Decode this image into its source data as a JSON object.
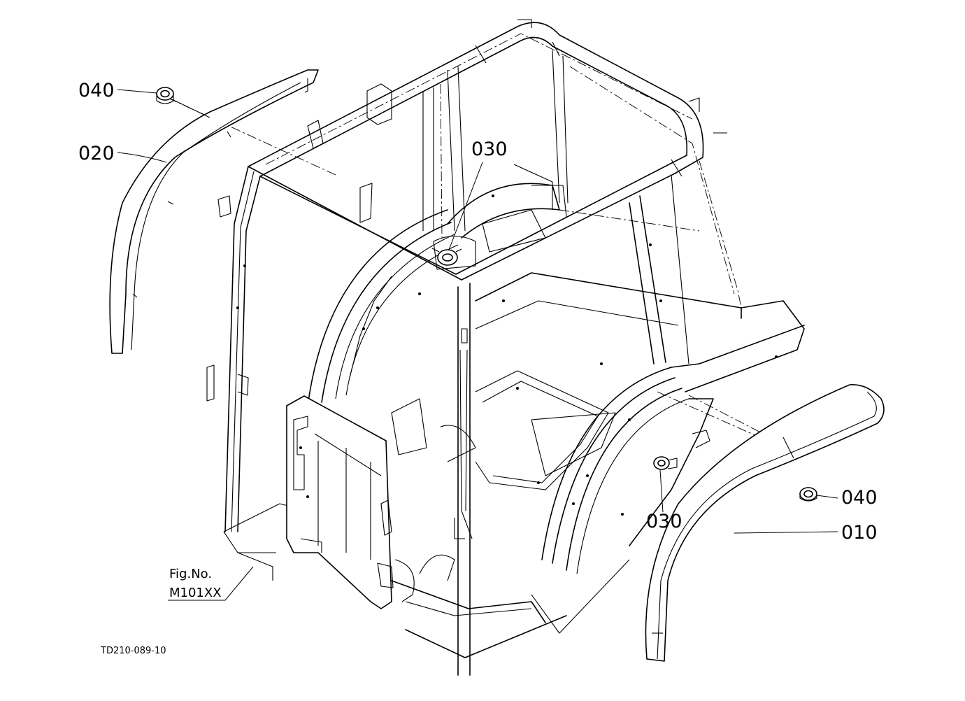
{
  "callouts": {
    "p040_left": "040",
    "p020": "020",
    "p030_top": "030",
    "p040_right": "040",
    "p030_right": "030",
    "p010": "010"
  },
  "figure_ref": {
    "label": "Fig.No.",
    "number": "M101XX"
  },
  "drawing_number": "TD210-089-10"
}
